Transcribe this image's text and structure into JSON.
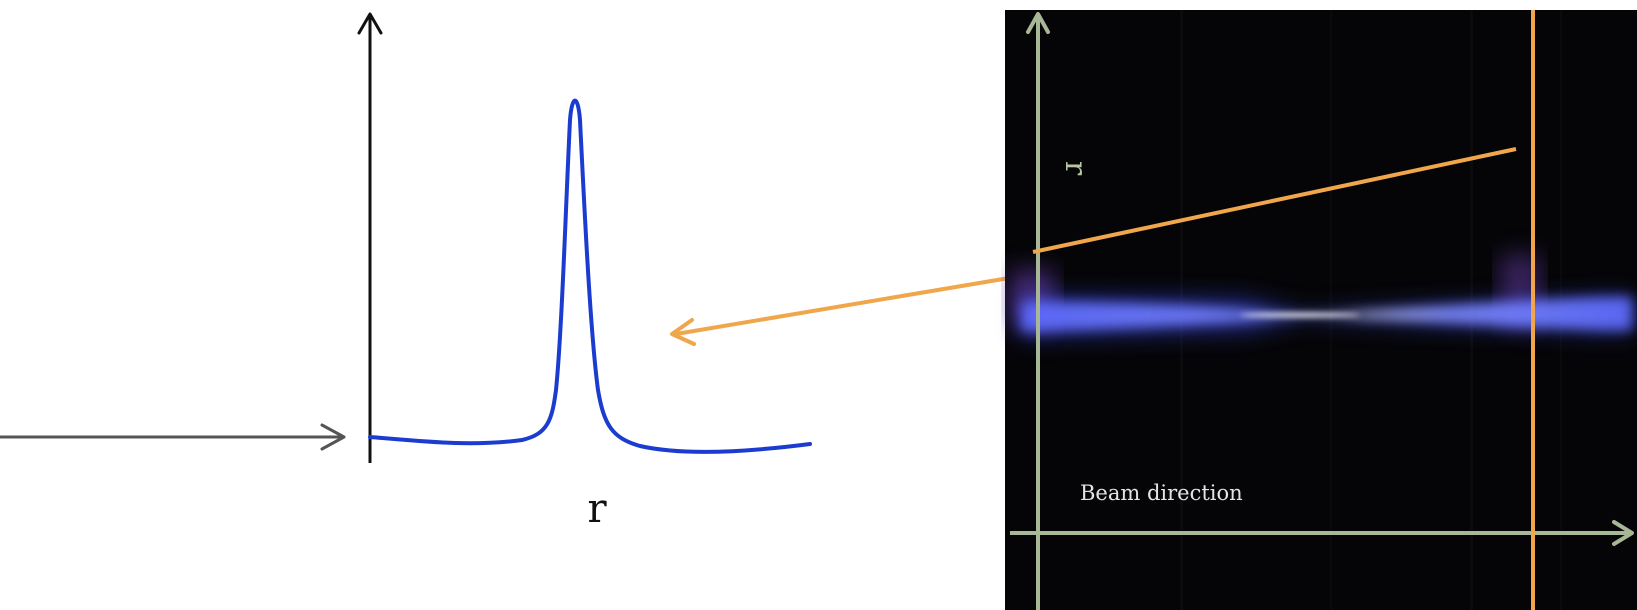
{
  "plot": {
    "axis_label": "r",
    "profile_color": "#1a3ccf"
  },
  "photo": {
    "axis_label_vertical": "r",
    "beam_label": "Beam direction",
    "axis_color": "#a8b896",
    "cut_line_color": "#f0a64a"
  },
  "connector": {
    "color": "#f0a64a"
  },
  "input_arrow": {
    "color": "#555555"
  }
}
